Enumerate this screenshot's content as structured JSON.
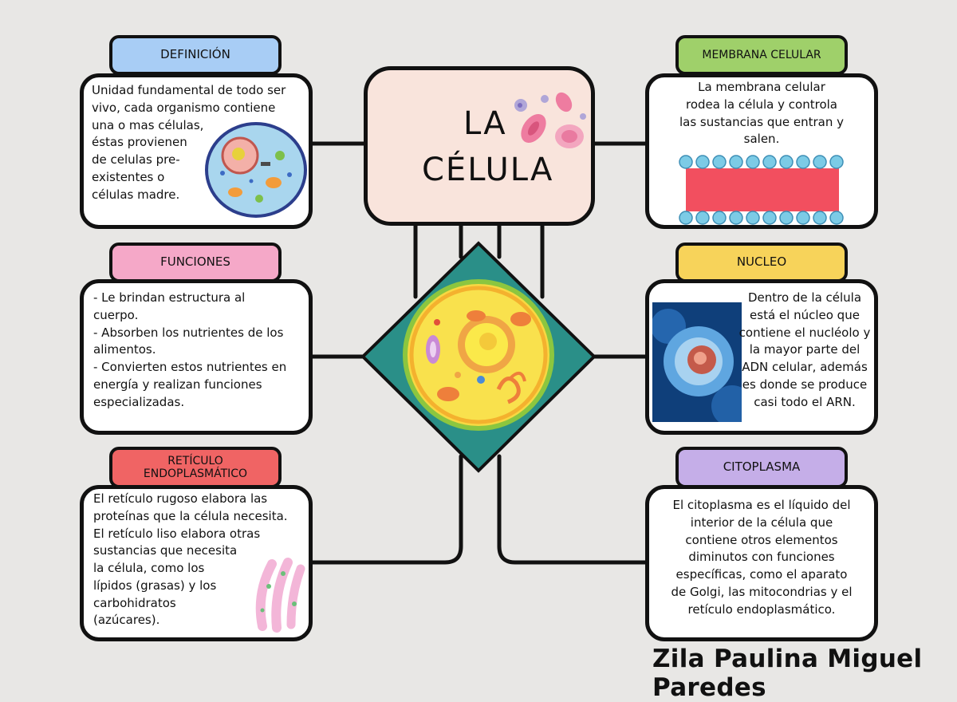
{
  "title": {
    "line1": "LA",
    "line2": "CÉLULA"
  },
  "author": "Zila Paulina Miguel Paredes",
  "colors": {
    "definicion": "#a8cdf5",
    "funciones": "#f5a8c8",
    "reticulo": "#f06464",
    "membrana": "#9fd06a",
    "nucleo": "#f7d35a",
    "citoplasma": "#c5aee8",
    "diamond": "#2a8f88",
    "title_bg": "#f9e4dc"
  },
  "cards": {
    "definicion": {
      "label": "DEFINICIÓN",
      "text": "Unidad fundamental de todo ser\nvivo, cada organismo contiene\nuna o mas células,\néstas provienen\nde celulas pre-\nexistentes       o\ncélulas madre."
    },
    "funciones": {
      "label": "FUNCIONES",
      "text": "- Le brindan estructura al\ncuerpo.\n- Absorben los nutrientes de los\nalimentos.\n- Convierten estos nutrientes en\nenergía y realizan funciones\nespecializadas."
    },
    "reticulo": {
      "label": "RETÍCULO ENDOPLASMÁTICO",
      "text": "El retículo rugoso elabora las\nproteínas que la célula necesita.\nEl retículo liso elabora otras\nsustancias que necesita\nla   célula,   como   los\nlípidos  (grasas)  y  los\ncarbohidratos\n(azúcares)."
    },
    "membrana": {
      "label": "MEMBRANA CELULAR",
      "text": "La membrana celular\nrodea la célula y controla\nlas sustancias que entran y\nsalen."
    },
    "nucleo": {
      "label": "NUCLEO",
      "text": "Dentro de la célula\nestá el núcleo que\ncontiene el nucléolo y\nla mayor parte del\nADN celular, además\nes donde se produce\ncasi todo el ARN."
    },
    "citoplasma": {
      "label": "CITOPLASMA",
      "text": "El citoplasma es el líquido del\ninterior de la célula que\ncontiene otros elementos\ndiminutos con funciones\nespecíficas, como el aparato\nde Golgi, las mitocondrias y el\nretículo endoplasmático."
    }
  }
}
